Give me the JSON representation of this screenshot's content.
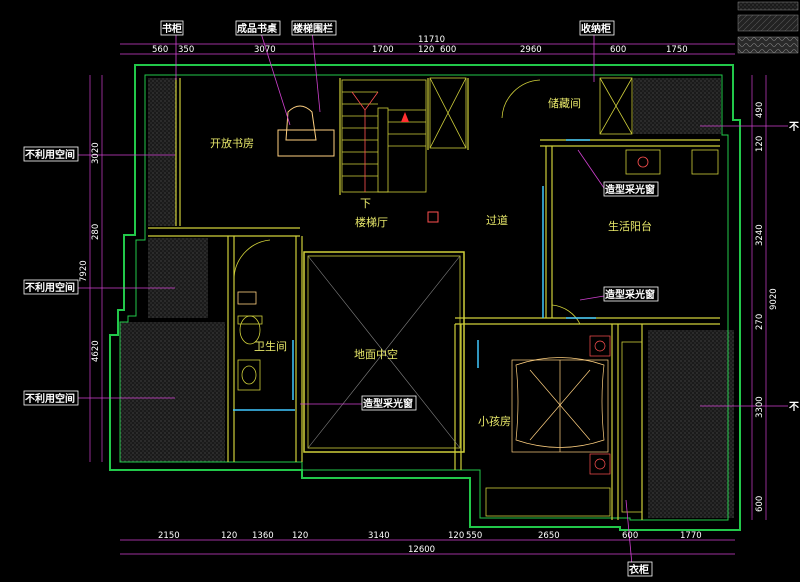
{
  "colors": {
    "outer_wall": "#22c84a",
    "inner_wall": "#cfcf3a",
    "dim_line": "#d040d0",
    "room_text": "#e8e86a",
    "dim_text": "#ffffff",
    "window": "#40c8ff",
    "hatch": "#3a3a3a",
    "furniture": "#ffd080",
    "bg": "#000000"
  },
  "legend_swatches": [
    "hatch-light",
    "hatch-dark",
    "hatch-pattern"
  ],
  "rooms": {
    "study": "开放书房",
    "stair_hall": "楼梯厅",
    "down": "下",
    "corridor": "过道",
    "storage": "储藏间",
    "balcony": "生活阳台",
    "bathroom": "卫生间",
    "void": "地面中空",
    "kids_room": "小孩房"
  },
  "tags": {
    "bookcase": "书柜",
    "display_desk": "成品书桌",
    "railing": "楼梯围栏",
    "cabinet": "收纳柜",
    "unusable_1": "不利用空间",
    "unusable_2": "不利用空间",
    "unusable_3": "不利用空间",
    "unusable_right_1": "不",
    "unusable_right_2": "不",
    "window_1": "造型采光窗",
    "window_2": "造型采光窗",
    "window_3": "造型采光窗",
    "wardrobe": "衣柜"
  },
  "dimensions": {
    "top_total": "11710",
    "top": [
      "560",
      "350",
      "3070",
      "1700",
      "120",
      "600",
      "2960",
      "600",
      "1750"
    ],
    "bottom": [
      "2150",
      "120",
      "1360",
      "120",
      "3140",
      "120",
      "550",
      "2650",
      "600",
      "1770"
    ],
    "bottom_total": "12600",
    "left_outer": "7920",
    "left": [
      "3020",
      "280",
      "4620"
    ],
    "right": [
      "490",
      "120",
      "3240",
      "270",
      "3300",
      "600"
    ],
    "right_total": "9020"
  }
}
